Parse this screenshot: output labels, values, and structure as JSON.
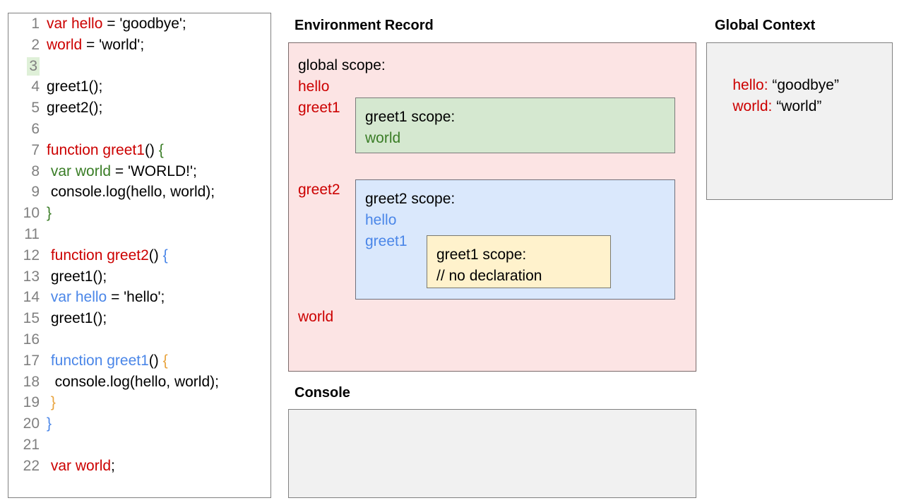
{
  "code_panel": {
    "lines": [
      {
        "num": "1",
        "highlight": false,
        "indent": 0,
        "tokens": [
          {
            "t": "var hello",
            "c": "red"
          },
          {
            "t": " = 'goodbye';",
            "c": "black"
          }
        ]
      },
      {
        "num": "2",
        "highlight": false,
        "indent": 0,
        "tokens": [
          {
            "t": "world",
            "c": "red"
          },
          {
            "t": " = 'world';",
            "c": "black"
          }
        ]
      },
      {
        "num": "3",
        "highlight": true,
        "indent": 0,
        "tokens": []
      },
      {
        "num": "4",
        "highlight": false,
        "indent": 0,
        "tokens": [
          {
            "t": "greet1();",
            "c": "black"
          }
        ]
      },
      {
        "num": "5",
        "highlight": false,
        "indent": 0,
        "tokens": [
          {
            "t": "greet2();",
            "c": "black"
          }
        ]
      },
      {
        "num": "6",
        "highlight": false,
        "indent": 0,
        "tokens": []
      },
      {
        "num": "7",
        "highlight": false,
        "indent": 0,
        "tokens": [
          {
            "t": "function greet1",
            "c": "red"
          },
          {
            "t": "() ",
            "c": "black"
          },
          {
            "t": "{",
            "c": "green"
          }
        ]
      },
      {
        "num": "8",
        "highlight": false,
        "indent": 0,
        "tokens": [
          {
            "t": " ",
            "c": "black"
          },
          {
            "t": "var world",
            "c": "green"
          },
          {
            "t": " = 'WORLD!';",
            "c": "black"
          }
        ]
      },
      {
        "num": "9",
        "highlight": false,
        "indent": 0,
        "tokens": [
          {
            "t": " console.log(hello, world);",
            "c": "black"
          }
        ]
      },
      {
        "num": "10",
        "highlight": false,
        "indent": 0,
        "tokens": [
          {
            "t": "}",
            "c": "green"
          }
        ]
      },
      {
        "num": "11",
        "highlight": false,
        "indent": 0,
        "tokens": []
      },
      {
        "num": "12",
        "highlight": false,
        "indent": 0,
        "tokens": [
          {
            "t": " ",
            "c": "black"
          },
          {
            "t": "function greet2",
            "c": "red"
          },
          {
            "t": "() ",
            "c": "black"
          },
          {
            "t": "{",
            "c": "blue"
          }
        ]
      },
      {
        "num": "13",
        "highlight": false,
        "indent": 0,
        "tokens": [
          {
            "t": " greet1();",
            "c": "black"
          }
        ]
      },
      {
        "num": "14",
        "highlight": false,
        "indent": 0,
        "tokens": [
          {
            "t": " ",
            "c": "black"
          },
          {
            "t": "var hello",
            "c": "blue"
          },
          {
            "t": " = 'hello';",
            "c": "black"
          }
        ]
      },
      {
        "num": "15",
        "highlight": false,
        "indent": 0,
        "tokens": [
          {
            "t": " greet1();",
            "c": "black"
          }
        ]
      },
      {
        "num": "16",
        "highlight": false,
        "indent": 0,
        "tokens": []
      },
      {
        "num": "17",
        "highlight": false,
        "indent": 0,
        "tokens": [
          {
            "t": " ",
            "c": "black"
          },
          {
            "t": "function greet1",
            "c": "blue"
          },
          {
            "t": "() ",
            "c": "black"
          },
          {
            "t": "{",
            "c": "orange"
          }
        ]
      },
      {
        "num": "18",
        "highlight": false,
        "indent": 0,
        "tokens": [
          {
            "t": "  console.log(hello, world);",
            "c": "black"
          }
        ]
      },
      {
        "num": "19",
        "highlight": false,
        "indent": 0,
        "tokens": [
          {
            "t": " ",
            "c": "black"
          },
          {
            "t": "}",
            "c": "orange"
          }
        ]
      },
      {
        "num": "20",
        "highlight": false,
        "indent": 0,
        "tokens": [
          {
            "t": "}",
            "c": "blue"
          }
        ]
      },
      {
        "num": "21",
        "highlight": false,
        "indent": 0,
        "tokens": []
      },
      {
        "num": "22",
        "highlight": false,
        "indent": 0,
        "tokens": [
          {
            "t": " ",
            "c": "black"
          },
          {
            "t": "var world",
            "c": "red"
          },
          {
            "t": ";",
            "c": "black"
          }
        ]
      }
    ]
  },
  "environment_record": {
    "title": "Environment Record",
    "global_scope": {
      "heading": "global scope:",
      "vars": [
        {
          "name": "hello",
          "color": "red"
        },
        {
          "name": "greet1",
          "color": "red"
        },
        {
          "name": "greet2",
          "color": "red"
        },
        {
          "name": "world",
          "color": "red"
        }
      ],
      "bg": "#fce4e4"
    },
    "greet1_scope": {
      "heading": "greet1 scope:",
      "vars": [
        {
          "name": "world",
          "color": "green"
        }
      ],
      "bg": "#d5e8d0"
    },
    "greet2_scope": {
      "heading": "greet2 scope:",
      "vars": [
        {
          "name": "hello",
          "color": "blue"
        },
        {
          "name": "greet1",
          "color": "blue"
        }
      ],
      "bg": "#dae8fc"
    },
    "greet1_inner_scope": {
      "heading": "greet1 scope:",
      "note": "// no declaration",
      "bg": "#fff2cc"
    }
  },
  "console": {
    "title": "Console",
    "output": ""
  },
  "global_context": {
    "title": "Global Context",
    "entries": [
      {
        "key": "hello:",
        "value": " “goodbye”"
      },
      {
        "key": "world:",
        "value": " “world”"
      }
    ]
  },
  "colors": {
    "red": "#cc0000",
    "green": "#3a7d26",
    "blue": "#4a86e8",
    "orange": "#e8a33d",
    "line_number": "#808080",
    "highlight_line_bg": "#dff0d8",
    "panel_gray_bg": "#f1f1f1"
  }
}
